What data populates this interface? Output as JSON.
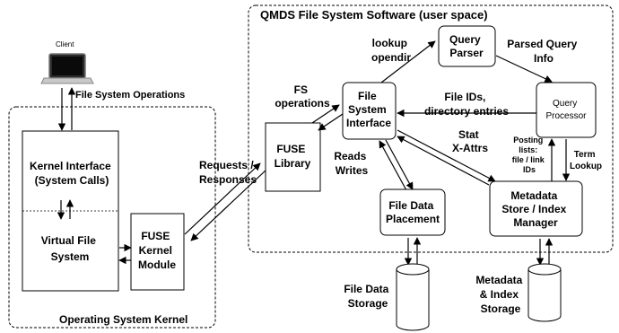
{
  "regions": {
    "user_space": "QMDS File System Software (user space)",
    "kernel": "Operating System Kernel"
  },
  "client": {
    "label": "Client",
    "icon": "laptop-icon"
  },
  "boxes": {
    "kernel_interface": [
      "Kernel Interface",
      "(System Calls)"
    ],
    "virtual_fs": [
      "Virtual File",
      "System"
    ],
    "fuse_kernel": [
      "FUSE",
      "Kernel",
      "Module"
    ],
    "fuse_library": [
      "FUSE",
      "Library"
    ],
    "fs_interface": [
      "File",
      "System",
      "Interface"
    ],
    "query_parser": [
      "Query",
      "Parser"
    ],
    "query_processor": [
      "Query",
      "Processor"
    ],
    "file_data_placement": [
      "File Data",
      "Placement"
    ],
    "metadata_store": [
      "Metadata",
      "Store / Index",
      "Manager"
    ]
  },
  "storage": {
    "file_data": [
      "File Data",
      "Storage"
    ],
    "metadata_index": [
      "Metadata",
      "& Index",
      "Storage"
    ]
  },
  "edge_labels": {
    "file_system_operations": "File System Operations",
    "requests_responses": [
      "Requests /",
      "Responses"
    ],
    "fs_operations": [
      "FS",
      "operations"
    ],
    "lookup_opendir": [
      "lookup",
      "opendir"
    ],
    "parsed_query_info": [
      "Parsed Query",
      "Info"
    ],
    "file_ids": [
      "File IDs,",
      "directory entries"
    ],
    "reads_writes": [
      "Reads",
      "Writes"
    ],
    "stat_xattrs": [
      "Stat",
      "X-Attrs"
    ],
    "posting_lists": [
      "Posting",
      "lists:",
      "file / link",
      "IDs"
    ],
    "term_lookup": [
      "Term",
      "Lookup"
    ]
  }
}
